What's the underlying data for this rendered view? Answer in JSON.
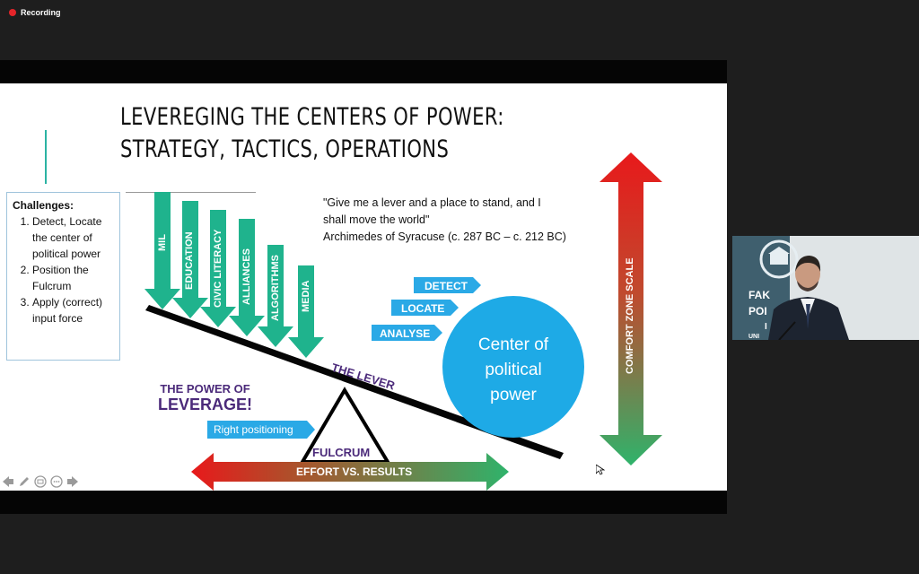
{
  "recording": {
    "label": "Recording",
    "color": "#e5252a"
  },
  "slide": {
    "title_lines": [
      "LEVEREGING THE CENTERS OF POWER:",
      "STRATEGY, TACTICS, OPERATIONS"
    ],
    "challenges": {
      "heading": "Challenges:",
      "items": [
        "Detect, Locate the center of political power",
        "Position the Fulcrum",
        "Apply (correct) input force"
      ]
    },
    "quote": {
      "line1": "\"Give me a lever and a place to stand, and I",
      "line2": "shall move the world\"",
      "attribution": "Archimedes of Syracuse (c. 287 BC – c. 212 BC)"
    },
    "down_arrows": [
      "MIL",
      "EDUCATION",
      "CIVIC LITERACY",
      "ALLIANCES",
      "ALGORITHMS",
      "MEDIA"
    ],
    "steps": [
      "DETECT",
      "LOCATE",
      "ANALYSE"
    ],
    "power_of": "THE POWER OF",
    "leverage": "LEVERAGE!",
    "lever": "THE LEVER",
    "fulcrum": "FULCRUM",
    "right_positioning": "Right positioning",
    "center": [
      "Center of",
      "political",
      "power"
    ],
    "comfort_zone": "COMFORT ZONE SCALE",
    "effort": "EFFORT VS. RESULTS",
    "colors": {
      "teal": "#1fb38d",
      "blue_tag": "#2aa9e6",
      "circle": "#1eaae6",
      "purple": "#4b2a7a"
    }
  },
  "video": {
    "sign_text": [
      "FAK",
      "POI",
      "I",
      "UNI"
    ]
  }
}
